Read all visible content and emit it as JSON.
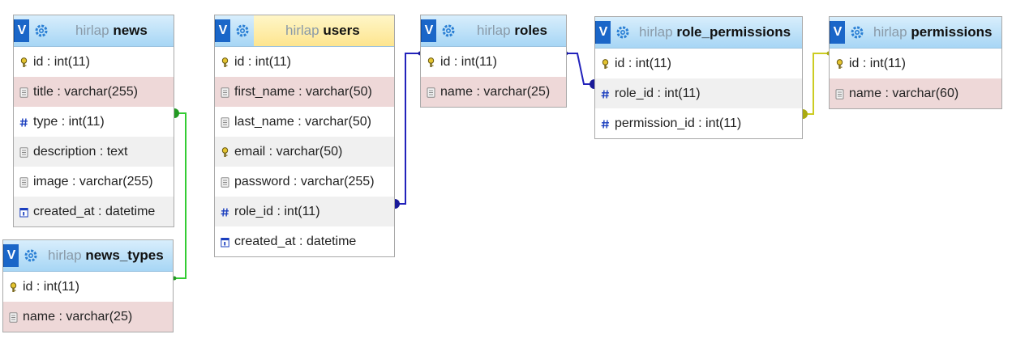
{
  "toggle_label": "V",
  "tables": {
    "news": {
      "db": "hirlap",
      "name": "news",
      "columns": [
        {
          "text": "id : int(11)",
          "icon": "key-icon"
        },
        {
          "text": "title : varchar(255)",
          "icon": "text-icon"
        },
        {
          "text": "type : int(11)",
          "icon": "hash-icon"
        },
        {
          "text": "description : text",
          "icon": "text-icon"
        },
        {
          "text": "image : varchar(255)",
          "icon": "text-icon"
        },
        {
          "text": "created_at : datetime",
          "icon": "calendar-icon"
        }
      ]
    },
    "news_types": {
      "db": "hirlap",
      "name": "news_types",
      "columns": [
        {
          "text": "id : int(11)",
          "icon": "key-icon"
        },
        {
          "text": "name : varchar(25)",
          "icon": "text-icon"
        }
      ]
    },
    "users": {
      "db": "hirlap",
      "name": "users",
      "columns": [
        {
          "text": "id : int(11)",
          "icon": "key-icon"
        },
        {
          "text": "first_name : varchar(50)",
          "icon": "text-icon"
        },
        {
          "text": "last_name : varchar(50)",
          "icon": "text-icon"
        },
        {
          "text": "email : varchar(50)",
          "icon": "key-icon"
        },
        {
          "text": "password : varchar(255)",
          "icon": "text-icon"
        },
        {
          "text": "role_id : int(11)",
          "icon": "hash-icon"
        },
        {
          "text": "created_at : datetime",
          "icon": "calendar-icon"
        }
      ]
    },
    "roles": {
      "db": "hirlap",
      "name": "roles",
      "columns": [
        {
          "text": "id : int(11)",
          "icon": "key-icon"
        },
        {
          "text": "name : varchar(25)",
          "icon": "text-icon"
        }
      ]
    },
    "role_permissions": {
      "db": "hirlap",
      "name": "role_permissions",
      "columns": [
        {
          "text": "id : int(11)",
          "icon": "key-icon"
        },
        {
          "text": "role_id : int(11)",
          "icon": "hash-icon"
        },
        {
          "text": "permission_id : int(11)",
          "icon": "hash-icon"
        }
      ]
    },
    "permissions": {
      "db": "hirlap",
      "name": "permissions",
      "columns": [
        {
          "text": "id : int(11)",
          "icon": "key-icon"
        },
        {
          "text": "name : varchar(60)",
          "icon": "text-icon"
        }
      ]
    }
  },
  "relations": [
    {
      "from": "news.type",
      "to": "news_types.id",
      "color": "#33cc33"
    },
    {
      "from": "users.role_id",
      "to": "roles.id",
      "color": "#2222bb"
    },
    {
      "from": "roles.id",
      "to": "role_permissions.role_id",
      "color": "#2222bb"
    },
    {
      "from": "role_permissions.permission_id",
      "to": "permissions.id",
      "color": "#cccc22"
    }
  ],
  "colors": {
    "header": "#a7d6f5",
    "header_highlight": "#fde58f",
    "row_pink": "#eed8d8",
    "row_grey": "#f0f0f0"
  }
}
